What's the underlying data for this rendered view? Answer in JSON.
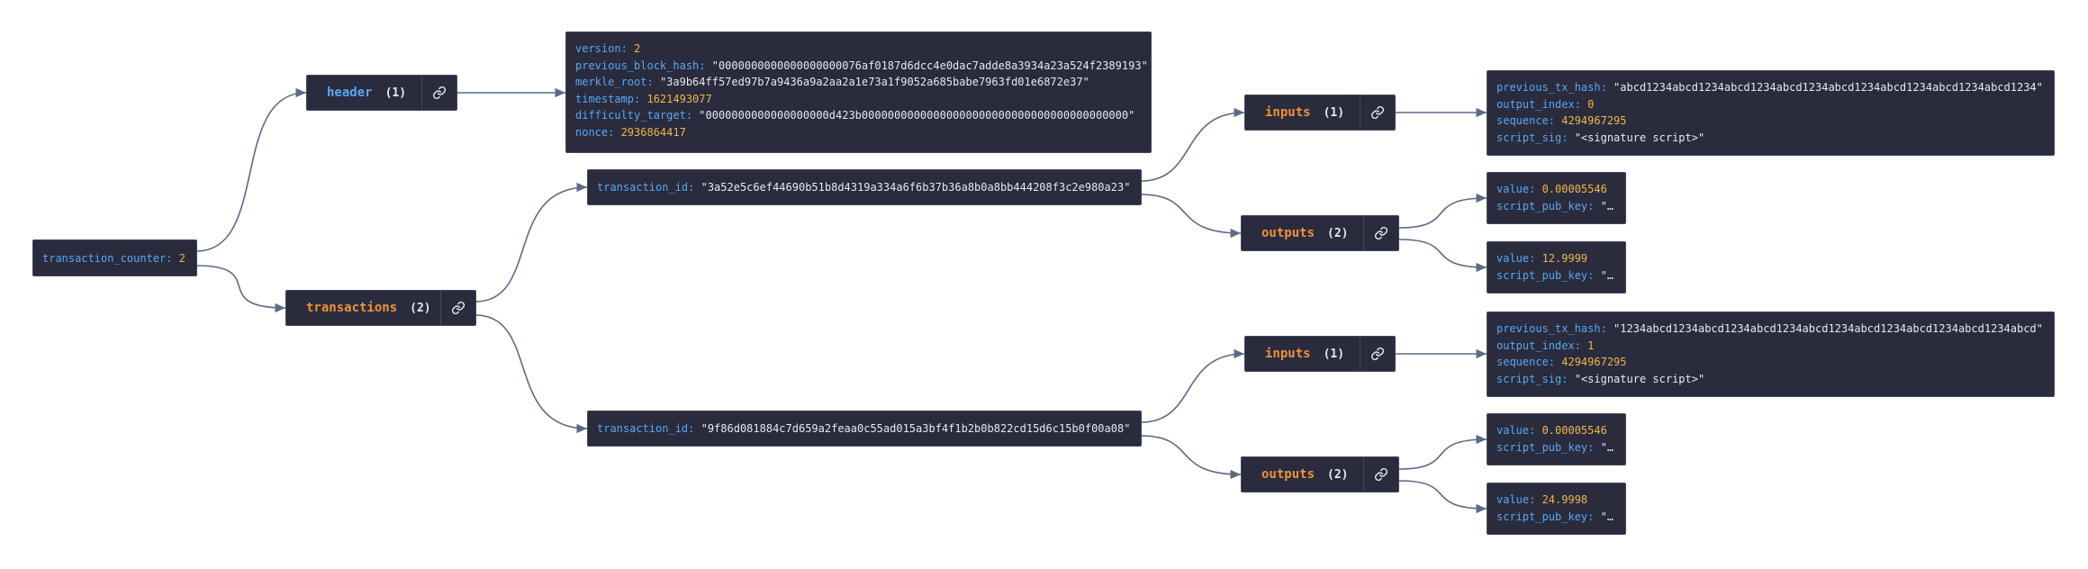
{
  "root": {
    "key": "transaction_counter",
    "value": "2"
  },
  "header_node": {
    "label": "header",
    "count": "(1)"
  },
  "header_fields": [
    {
      "key": "version",
      "value": "2",
      "kind": "n"
    },
    {
      "key": "previous_block_hash",
      "value": "\"0000000000000000000076af0187d6dcc4e0dac7adde8a3934a23a524f2389193\"",
      "kind": "s"
    },
    {
      "key": "merkle_root",
      "value": "\"3a9b64ff57ed97b7a9436a9a2aa2a1e73a1f9052a685babe7963fd01e6872e37\"",
      "kind": "s"
    },
    {
      "key": "timestamp",
      "value": "1621493077",
      "kind": "n"
    },
    {
      "key": "difficulty_target",
      "value": "\"0000000000000000000d423b00000000000000000000000000000000000000000\"",
      "kind": "s"
    },
    {
      "key": "nonce",
      "value": "2936864417",
      "kind": "n"
    }
  ],
  "transactions_node": {
    "label": "transactions",
    "count": "(2)"
  },
  "transactions": [
    {
      "id_key": "transaction_id",
      "id_value": "\"3a52e5c6ef44690b51b8d4319a334a6f6b37b36a8b0a8bb444208f3c2e980a23\"",
      "inputs_node": {
        "label": "inputs",
        "count": "(1)"
      },
      "input": {
        "previous_tx_hash_key": "previous_tx_hash",
        "previous_tx_hash": "\"abcd1234abcd1234abcd1234abcd1234abcd1234abcd1234abcd1234abcd1234\"",
        "output_index_key": "output_index",
        "output_index": "0",
        "sequence_key": "sequence",
        "sequence": "4294967295",
        "script_sig_key": "script_sig",
        "script_sig": "\"<signature script>\""
      },
      "outputs_node": {
        "label": "outputs",
        "count": "(2)"
      },
      "outputs": [
        {
          "value_key": "value",
          "value": "0.00005546",
          "script_key": "script_pub_key",
          "script": "\"…"
        },
        {
          "value_key": "value",
          "value": "12.9999",
          "script_key": "script_pub_key",
          "script": "\"…"
        }
      ]
    },
    {
      "id_key": "transaction_id",
      "id_value": "\"9f86d081884c7d659a2feaa0c55ad015a3bf4f1b2b0b822cd15d6c15b0f00a08\"",
      "inputs_node": {
        "label": "inputs",
        "count": "(1)"
      },
      "input": {
        "previous_tx_hash_key": "previous_tx_hash",
        "previous_tx_hash": "\"1234abcd1234abcd1234abcd1234abcd1234abcd1234abcd1234abcd1234abcd\"",
        "output_index_key": "output_index",
        "output_index": "1",
        "sequence_key": "sequence",
        "sequence": "4294967295",
        "script_sig_key": "script_sig",
        "script_sig": "\"<signature script>\""
      },
      "outputs_node": {
        "label": "outputs",
        "count": "(2)"
      },
      "outputs": [
        {
          "value_key": "value",
          "value": "0.00005546",
          "script_key": "script_pub_key",
          "script": "\"…"
        },
        {
          "value_key": "value",
          "value": "24.9998",
          "script_key": "script_pub_key",
          "script": "\"…"
        }
      ]
    }
  ],
  "colors": {
    "background": "#ffffff",
    "node": "#2a2b3d",
    "key": "#59a8f4",
    "string": "#e8e9ef",
    "number": "#f0b64a",
    "group_label": "#f0913a",
    "edge": "#5b6a86"
  },
  "icons": {
    "link": "link-icon"
  }
}
